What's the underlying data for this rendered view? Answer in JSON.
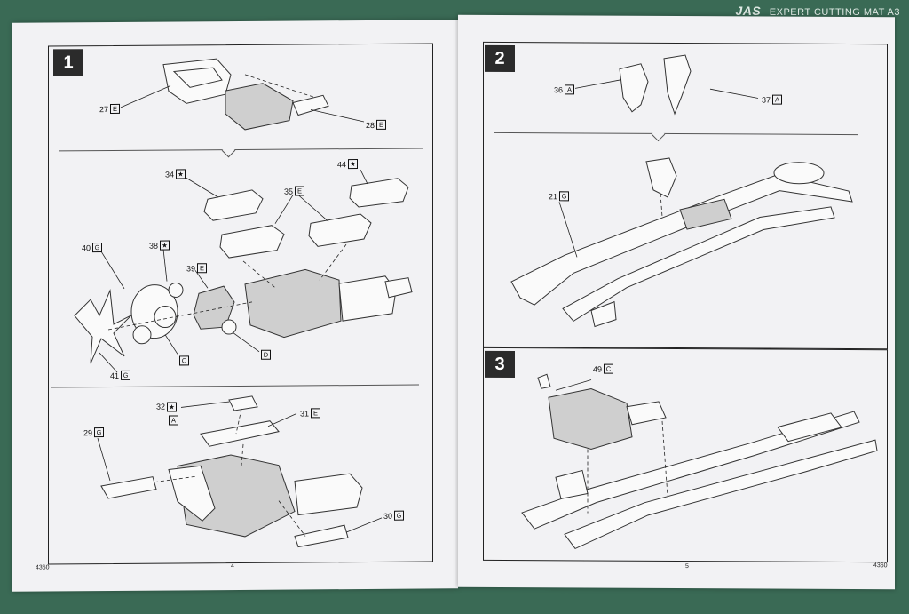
{
  "mat": {
    "logo": "JAS",
    "label": "EXPERT CUTTING MAT A3"
  },
  "left_page": {
    "step": "1",
    "footer_code": "4360",
    "page_number": "4",
    "callouts": {
      "p27": {
        "num": "27",
        "code": "E"
      },
      "p28": {
        "num": "28",
        "code": "E"
      },
      "p34": {
        "num": "34",
        "code": "★"
      },
      "p44": {
        "num": "44",
        "code": "★"
      },
      "p35": {
        "num": "35",
        "code": "E"
      },
      "p40": {
        "num": "40",
        "code": "G"
      },
      "p38": {
        "num": "38",
        "code": "★"
      },
      "p39": {
        "num": "39",
        "code": "E"
      },
      "p41": {
        "num": "41",
        "code": "G"
      },
      "pC": {
        "num": "C"
      },
      "pD": {
        "num": "D"
      },
      "p32": {
        "num": "32",
        "code": "★",
        "code2": "A"
      },
      "p31": {
        "num": "31",
        "code": "E"
      },
      "p29": {
        "num": "29",
        "code": "G"
      },
      "p30": {
        "num": "30",
        "code": "G"
      }
    }
  },
  "right_page": {
    "step2": "2",
    "step3": "3",
    "footer_code": "4360",
    "page_number": "5",
    "callouts": {
      "p36": {
        "num": "36",
        "code": "A"
      },
      "p37": {
        "num": "37",
        "code": "A"
      },
      "p21": {
        "num": "21",
        "code": "G"
      },
      "p49": {
        "num": "49",
        "code": "C"
      }
    }
  }
}
